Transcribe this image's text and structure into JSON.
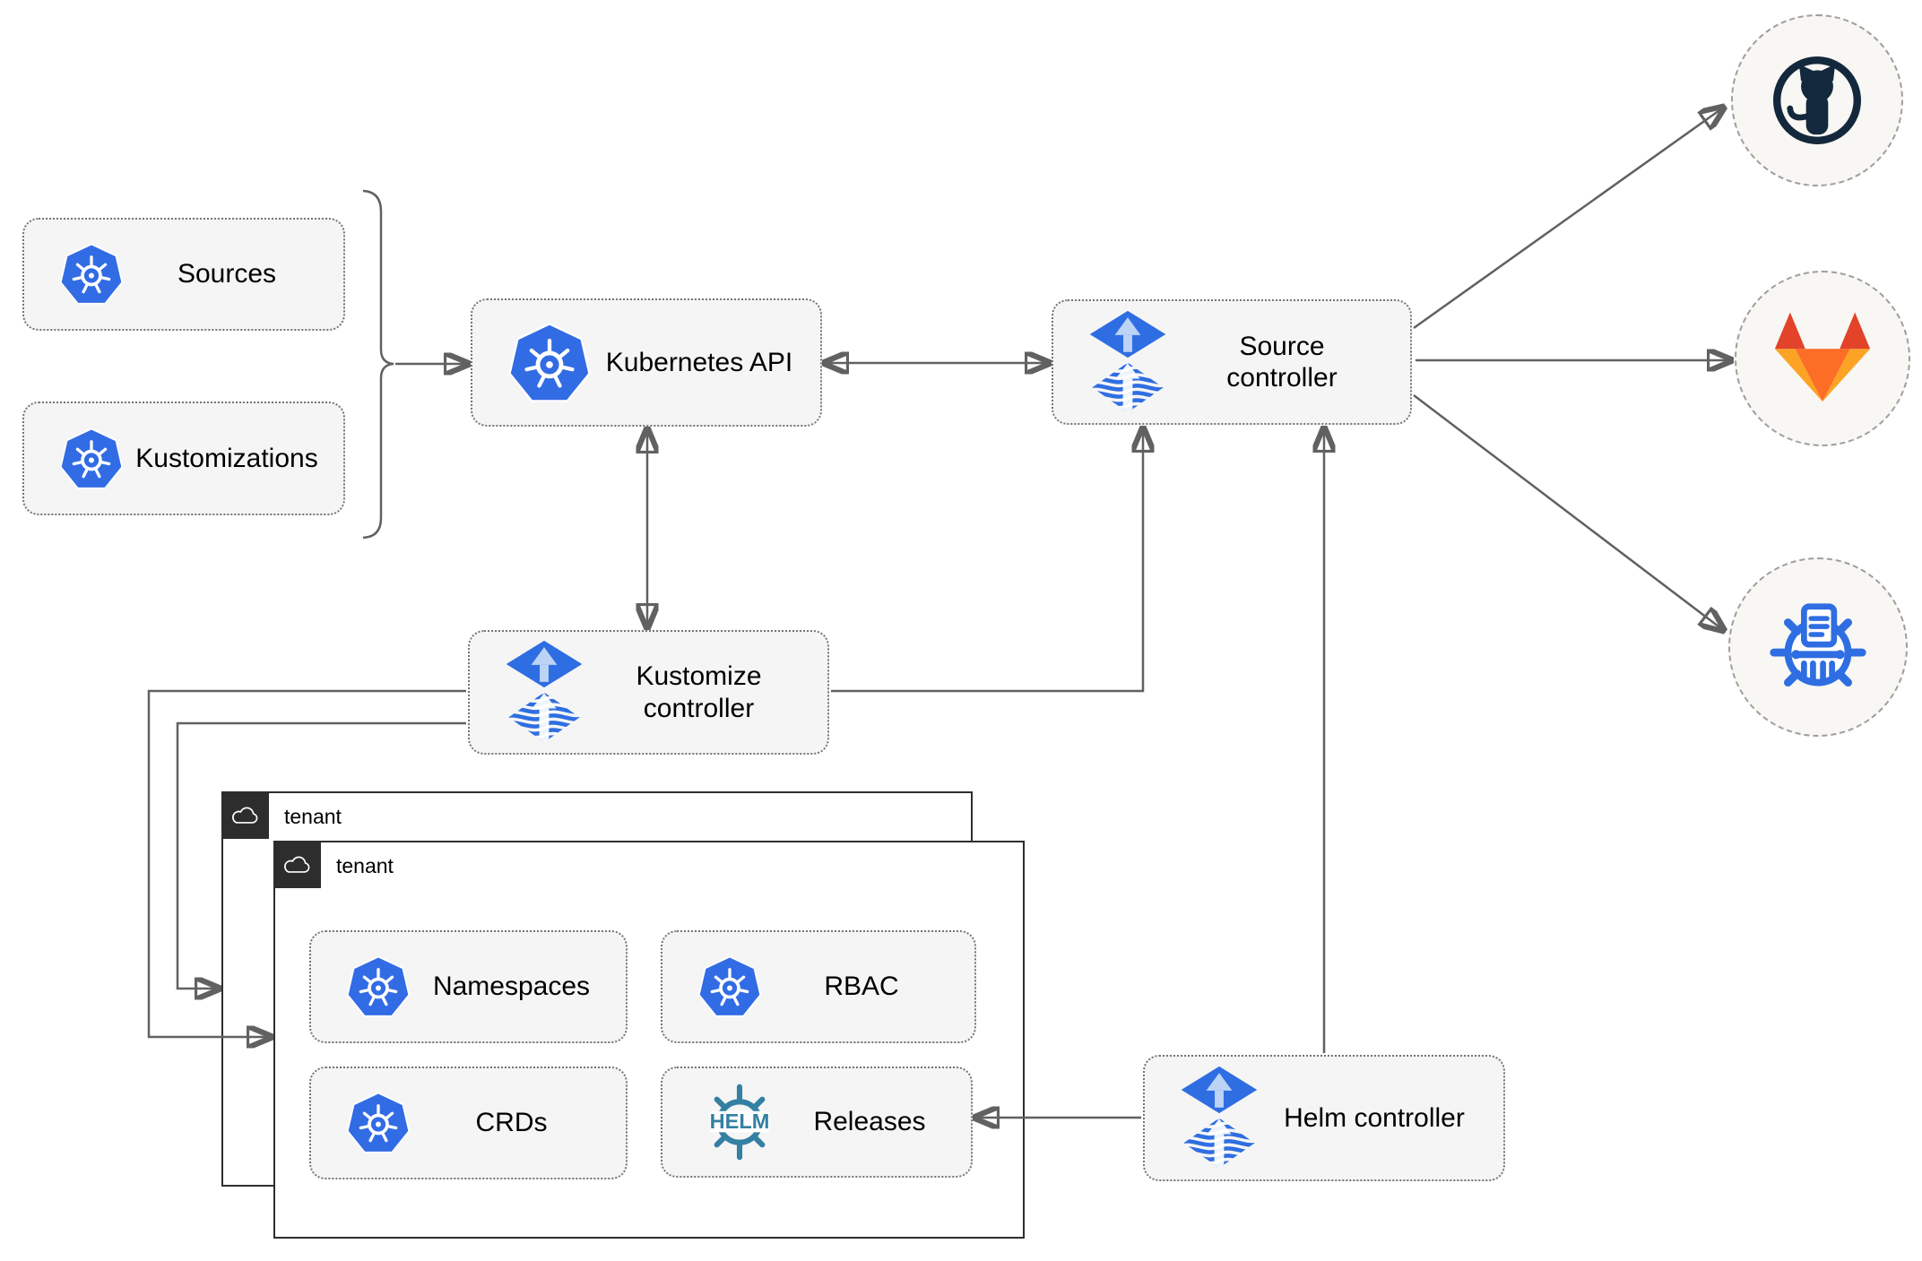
{
  "nodes": {
    "sources": {
      "label": "Sources"
    },
    "kustomizations": {
      "label": "Kustomizations"
    },
    "kubernetes_api": {
      "label": "Kubernetes API"
    },
    "source_controller": {
      "label": "Source controller"
    },
    "kustomize_controller": {
      "label": "Kustomize controller"
    },
    "helm_controller": {
      "label": "Helm controller"
    },
    "namespaces": {
      "label": "Namespaces"
    },
    "rbac": {
      "label": "RBAC"
    },
    "crds": {
      "label": "CRDs"
    },
    "releases": {
      "label": "Releases"
    }
  },
  "tenants": {
    "outer": {
      "label": "tenant"
    },
    "inner": {
      "label": "tenant"
    }
  },
  "external": {
    "items": [
      {
        "icon": "github-icon"
      },
      {
        "icon": "gitlab-icon"
      },
      {
        "icon": "chartmuseum-icon"
      }
    ]
  },
  "helm_logo_text": "HELM",
  "colors": {
    "kubernetes_blue": "#326ce5",
    "flux_blue": "#2f6ee2",
    "flux_arrow_light": "#bcd3f6",
    "helm_teal": "#3380a3",
    "chartmuseum_blue": "#2f6ee2",
    "github_dark": "#13283c",
    "gitlab_red": "#e24329",
    "gitlab_orange": "#fc6d26",
    "gitlab_amber": "#fca326",
    "line_gray": "#616161",
    "node_fill": "#f5f5f5",
    "node_border": "#757575",
    "tenant_border": "#2e2e2e",
    "tenant_tab_bg": "#2d2d2d",
    "circle_fill": "#f8f7f3",
    "circle_border": "#9e9e9e",
    "label_color": "#000000"
  }
}
